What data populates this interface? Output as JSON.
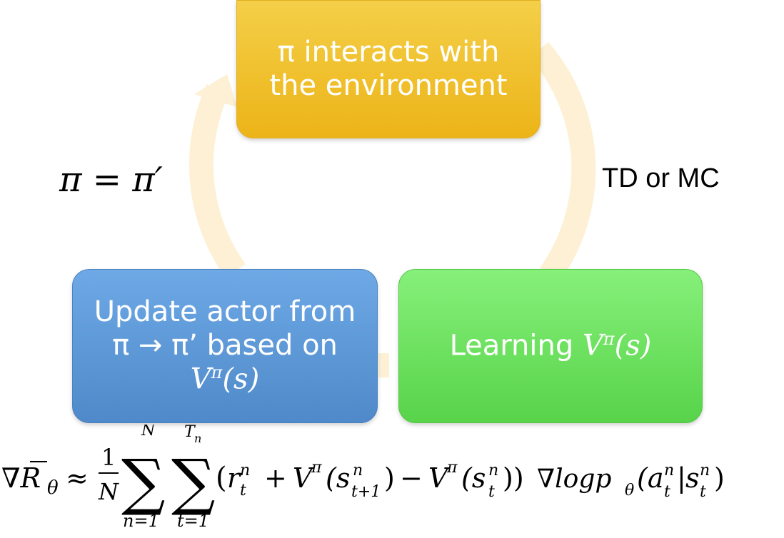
{
  "diagram": {
    "top_box": {
      "line1": "π interacts with",
      "line2": "the environment",
      "color": "#f0c22e"
    },
    "left_box": {
      "line1": "Update actor from",
      "line2": "π → π’ based on",
      "line3": "V^π(s)",
      "color": "#5b97d6"
    },
    "right_box": {
      "label": "Learning V^π(s)",
      "color": "#6fe55f"
    },
    "left_label": "π = π′",
    "right_label": "TD or MC",
    "arrow_color": "#fbe3b0"
  },
  "formula": {
    "text": "∇R̄_θ ≈ (1/N) Σ_{n=1}^{N} Σ_{t=1}^{T_n} (r_t^n + V^π(s_{t+1}^n) − V^π(s_t^n)) ∇logp_θ(a_t^n|s_t^n)"
  }
}
